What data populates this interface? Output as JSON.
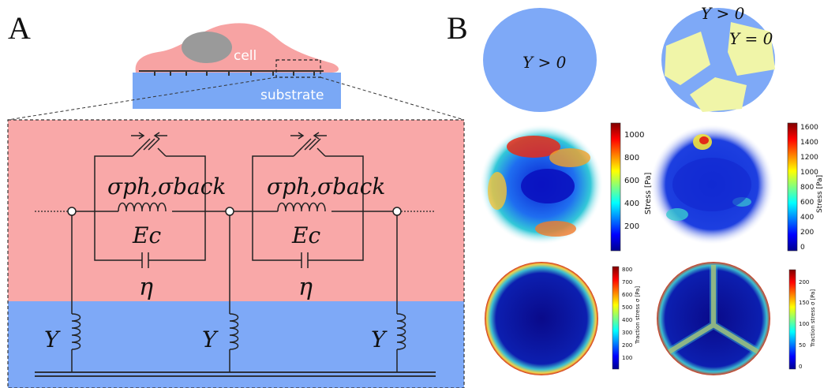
{
  "panels": {
    "a_label": "A",
    "b_label": "B"
  },
  "cell_diagram": {
    "cell_label": "cell",
    "substrate_label": "substrate",
    "colors": {
      "cell": "#f7a3a3",
      "nucleus": "#9a9a9a",
      "substrate": "#7aa8f5"
    }
  },
  "circuit": {
    "sigma_label_left": "σph,σback",
    "sigma_label_right": "σph,σback",
    "ec_label_left": "Ec",
    "ec_label_right": "Ec",
    "eta_label_left": "η",
    "eta_label_right": "η",
    "y_labels": [
      "Y",
      "Y",
      "Y"
    ],
    "colors": {
      "cell_region": "#f9a8a8",
      "substrate_region": "#7ea9f7",
      "wire": "#222222"
    }
  },
  "panel_b": {
    "top_left": {
      "region_label": "Y > 0",
      "fill": "#7ea9f7"
    },
    "top_right": {
      "region_label_top": "Y > 0",
      "region_label_inner": "Y = 0",
      "fill": "#7ea9f7",
      "inner_fill": "#f0f5a8"
    },
    "colorbars": [
      {
        "label": "Stress [Pa]",
        "ticks": [
          "1000",
          "800",
          "600",
          "400",
          "200"
        ]
      },
      {
        "label": "Stress [Pa]",
        "ticks": [
          "1600",
          "1400",
          "1200",
          "1000",
          "800",
          "600",
          "400",
          "200",
          "0"
        ]
      },
      {
        "label": "Traction stress σ [Pa]",
        "ticks": [
          "800",
          "700",
          "600",
          "500",
          "400",
          "300",
          "200",
          "100"
        ]
      },
      {
        "label": "Traction stress σ [Pa]",
        "ticks": [
          "200",
          "150",
          "100",
          "50",
          "0"
        ]
      }
    ]
  }
}
